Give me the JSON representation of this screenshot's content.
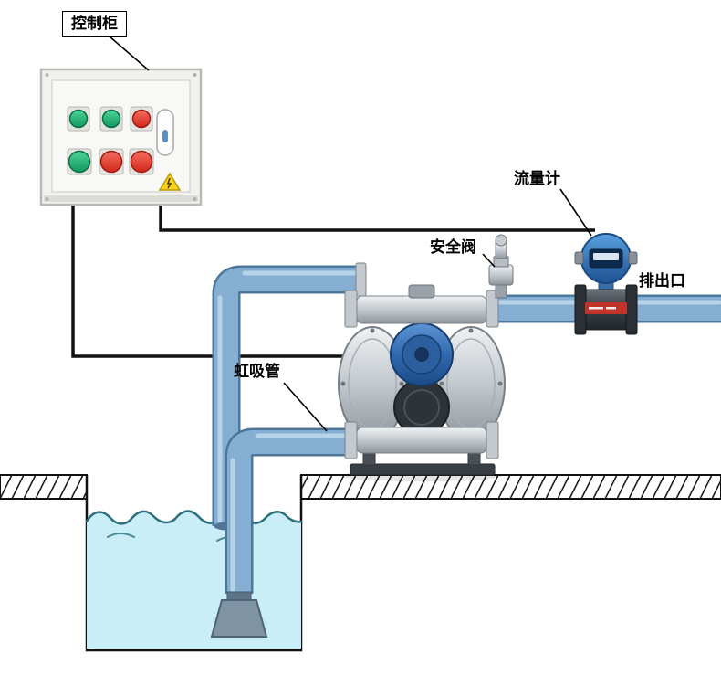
{
  "diagram": {
    "type": "pump-installation-diagram",
    "labels": {
      "control_cabinet": "控制柜",
      "flow_meter": "流量计",
      "discharge_outlet": "排出口",
      "safety_valve": "安全阀",
      "siphon_pipe": "虹吸管"
    },
    "colors": {
      "pipe": "#84aed2",
      "pipe_outline": "#4e7698",
      "water": "#c9eef7",
      "wave_line": "#2e7080",
      "button_green": "#10965f",
      "button_red": "#d2261a",
      "meter_blue": "#2f6db8",
      "meter_band_red": "#c2332a",
      "pump_blue": "#2c5fa0",
      "warning_yellow": "#f8d51c",
      "cable": "#111111"
    }
  }
}
